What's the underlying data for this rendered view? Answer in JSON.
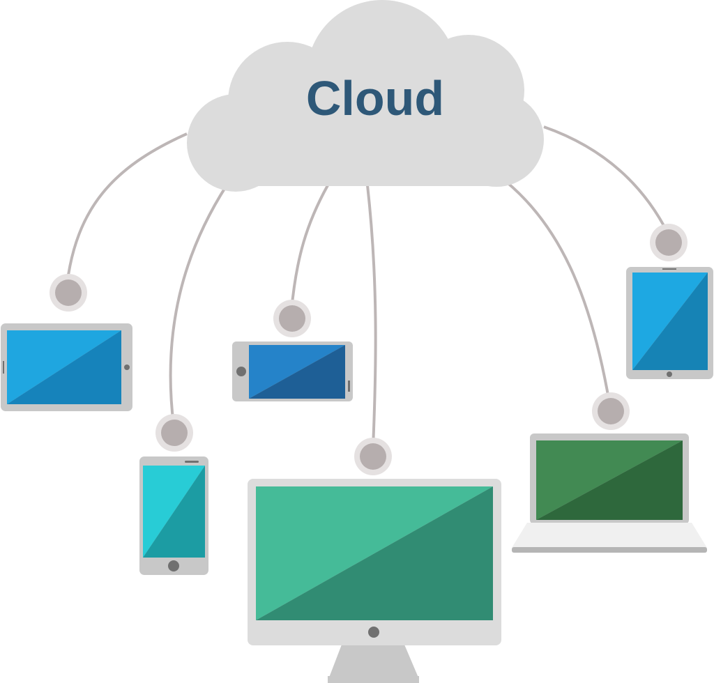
{
  "cloud": {
    "label": "Cloud"
  },
  "devices": [
    {
      "name": "tablet-landscape"
    },
    {
      "name": "smartphone-portrait"
    },
    {
      "name": "smartphone-landscape"
    },
    {
      "name": "desktop-monitor"
    },
    {
      "name": "laptop"
    },
    {
      "name": "tablet-portrait"
    }
  ],
  "colors": {
    "cloud_fill": "#dcdcdc",
    "cloud_text": "#2e5878",
    "connector": "#bdb6b6",
    "node_fill": "#b6aeae",
    "node_ring": "#e5e1e1",
    "device_frame": "#c8c8c8",
    "device_button": "#707070",
    "tablet_landscape_screen": [
      "#1fa6e0",
      "#1683bb"
    ],
    "phone_portrait_screen": [
      "#28ccd6",
      "#1c9ca3"
    ],
    "phone_landscape_screen": [
      "#2583c9",
      "#1e5f96"
    ],
    "monitor_screen": [
      "#45bb98",
      "#318c73"
    ],
    "laptop_screen": [
      "#428a53",
      "#2e683c"
    ],
    "tablet_portrait_screen": [
      "#1ea8e2",
      "#1683b5"
    ]
  }
}
